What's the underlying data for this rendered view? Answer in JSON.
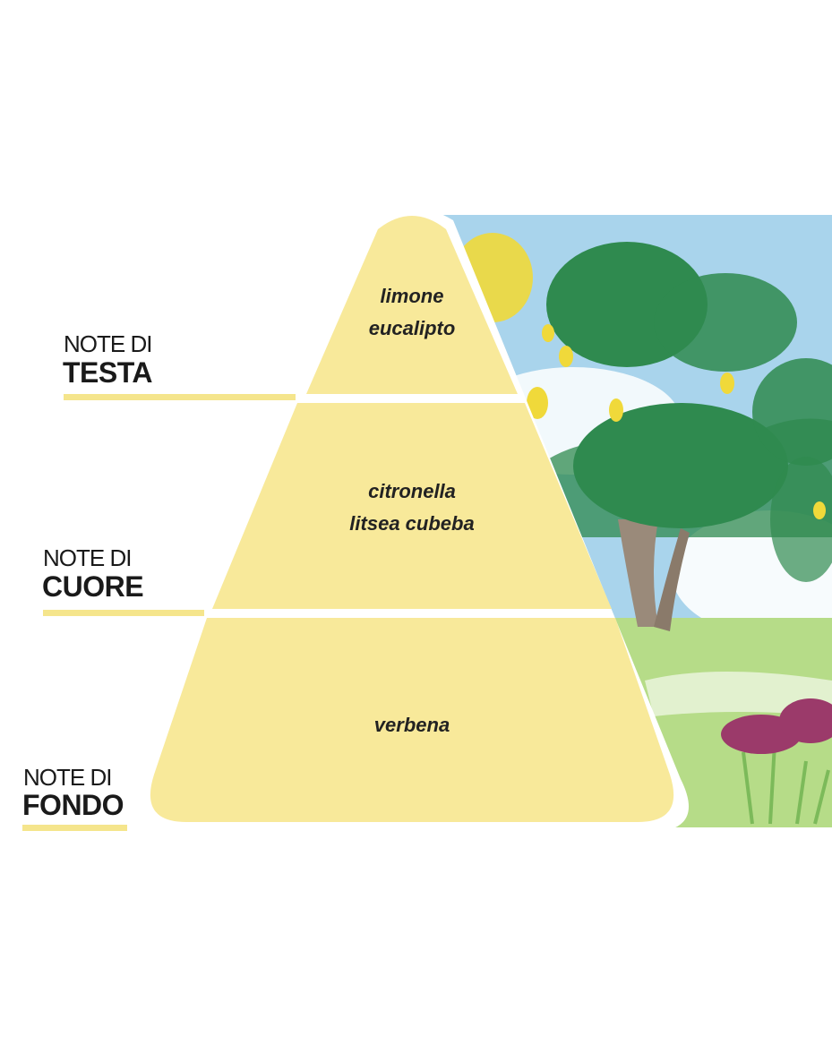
{
  "pyramid": {
    "tiers": [
      {
        "label": "NOTE DI",
        "name": "TESTA",
        "ingredients": [
          "limone",
          "eucalipto"
        ]
      },
      {
        "label": "NOTE DI",
        "name": "CUORE",
        "ingredients": [
          "citronella",
          "litsea cubeba"
        ]
      },
      {
        "label": "NOTE DI",
        "name": "FONDO",
        "ingredients": [
          "verbena"
        ]
      }
    ]
  },
  "colors": {
    "pyramid_fill": "#f8e99a",
    "accent_line": "#f5e58c",
    "text": "#1a1a1a",
    "sky": "#a9d4ec",
    "foliage": "#2f8a4f",
    "grass": "#b6dc88",
    "lemon": "#f0d93a",
    "flowers": "#9b3a6a"
  }
}
